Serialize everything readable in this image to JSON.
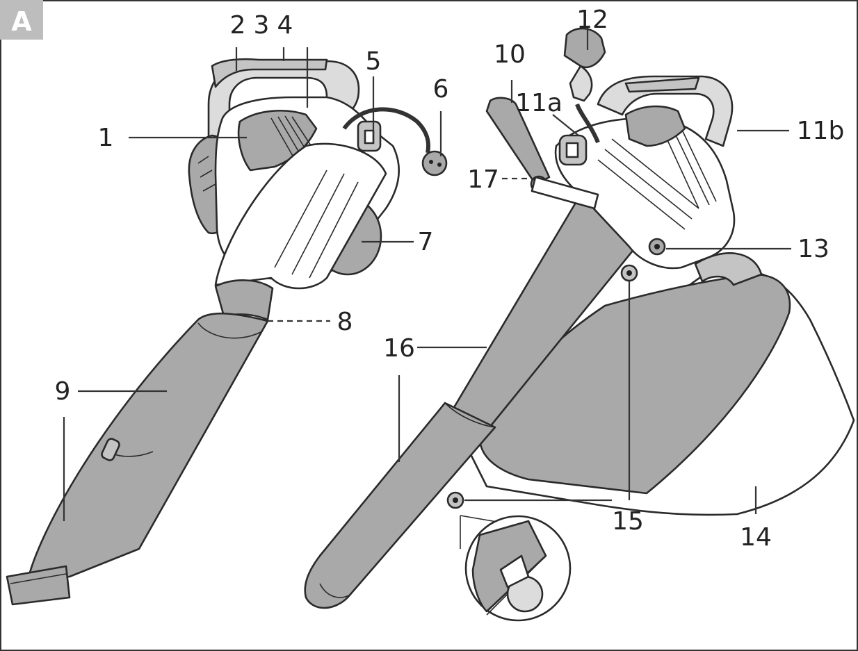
{
  "badge": "A",
  "labels": {
    "l1": "1",
    "l2": "2",
    "l3": "3",
    "l4": "4",
    "l5": "5",
    "l6": "6",
    "l7": "7",
    "l8": "8",
    "l9a": "9",
    "l9b": "9",
    "l10": "10",
    "l11a": "11a",
    "l11b": "11b",
    "l12": "12",
    "l13": "13",
    "l14": "14",
    "l15": "15",
    "l16a": "16",
    "l16b": "16",
    "l17": "17"
  },
  "colors": {
    "part_dark": "#a9a9a9",
    "part_mid": "#c4c4c4",
    "part_light": "#dcdcdc",
    "badge": "#bdbdbd"
  }
}
